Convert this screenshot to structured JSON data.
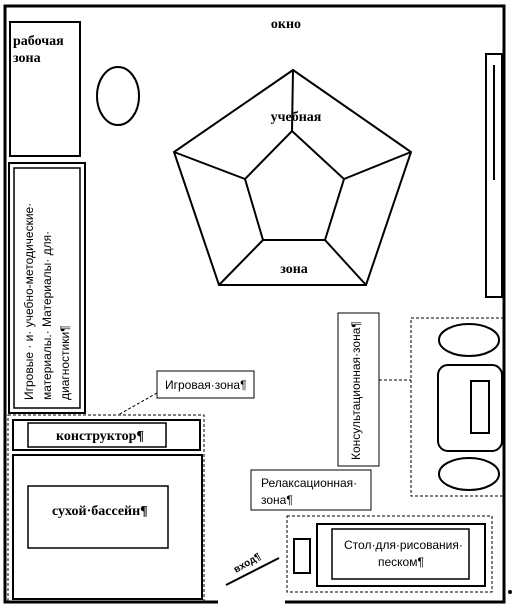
{
  "labels": {
    "window": "окно",
    "work_zone": [
      "рабочая",
      "зона"
    ],
    "study_zone_top": "учебная",
    "study_zone_bottom": "зона",
    "materials_lines": [
      "Игровые ·   и·  учебно-методические·",
      "материалы.·   Материалы·    для·",
      "диагностики¶"
    ],
    "play_zone": "Игровая·зона¶",
    "constructor": "конструктор¶",
    "dry_pool": "сухой·бассейн¶",
    "consult_zone": "Консультационная·зона¶",
    "relax_zone": [
      "Релаксационная·",
      "зона¶"
    ],
    "sand_table": [
      "Стол·для·рисования·",
      "песком¶"
    ],
    "entrance": "вход¶"
  }
}
